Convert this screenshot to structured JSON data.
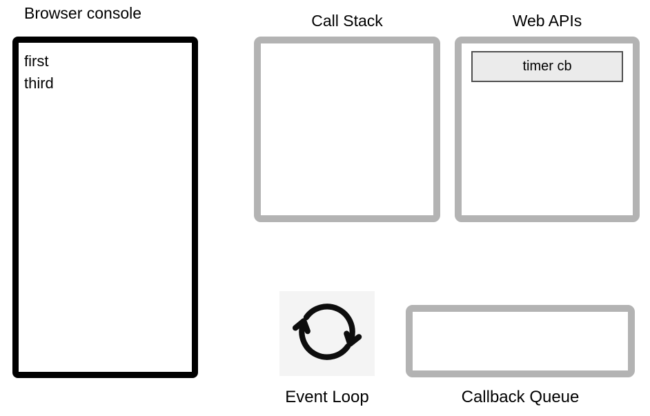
{
  "diagram": {
    "kind": "javascript-event-loop-diagram"
  },
  "browser_console": {
    "title": "Browser console",
    "lines": [
      "first",
      "third"
    ]
  },
  "call_stack": {
    "title": "Call Stack",
    "items": []
  },
  "web_apis": {
    "title": "Web APIs",
    "items": [
      {
        "label": "timer cb"
      }
    ]
  },
  "event_loop": {
    "label": "Event Loop",
    "icon": "circular-arrows-icon"
  },
  "callback_queue": {
    "label": "Callback Queue",
    "items": []
  },
  "colors": {
    "background": "#ffffff",
    "console_border": "#000000",
    "panel_border": "#b3b3b3",
    "task_fill": "#ebebeb",
    "task_border": "#4f4f4f",
    "event_loop_bg": "#f4f4f4",
    "icon_color": "#0d0d0d",
    "text": "#000000"
  }
}
